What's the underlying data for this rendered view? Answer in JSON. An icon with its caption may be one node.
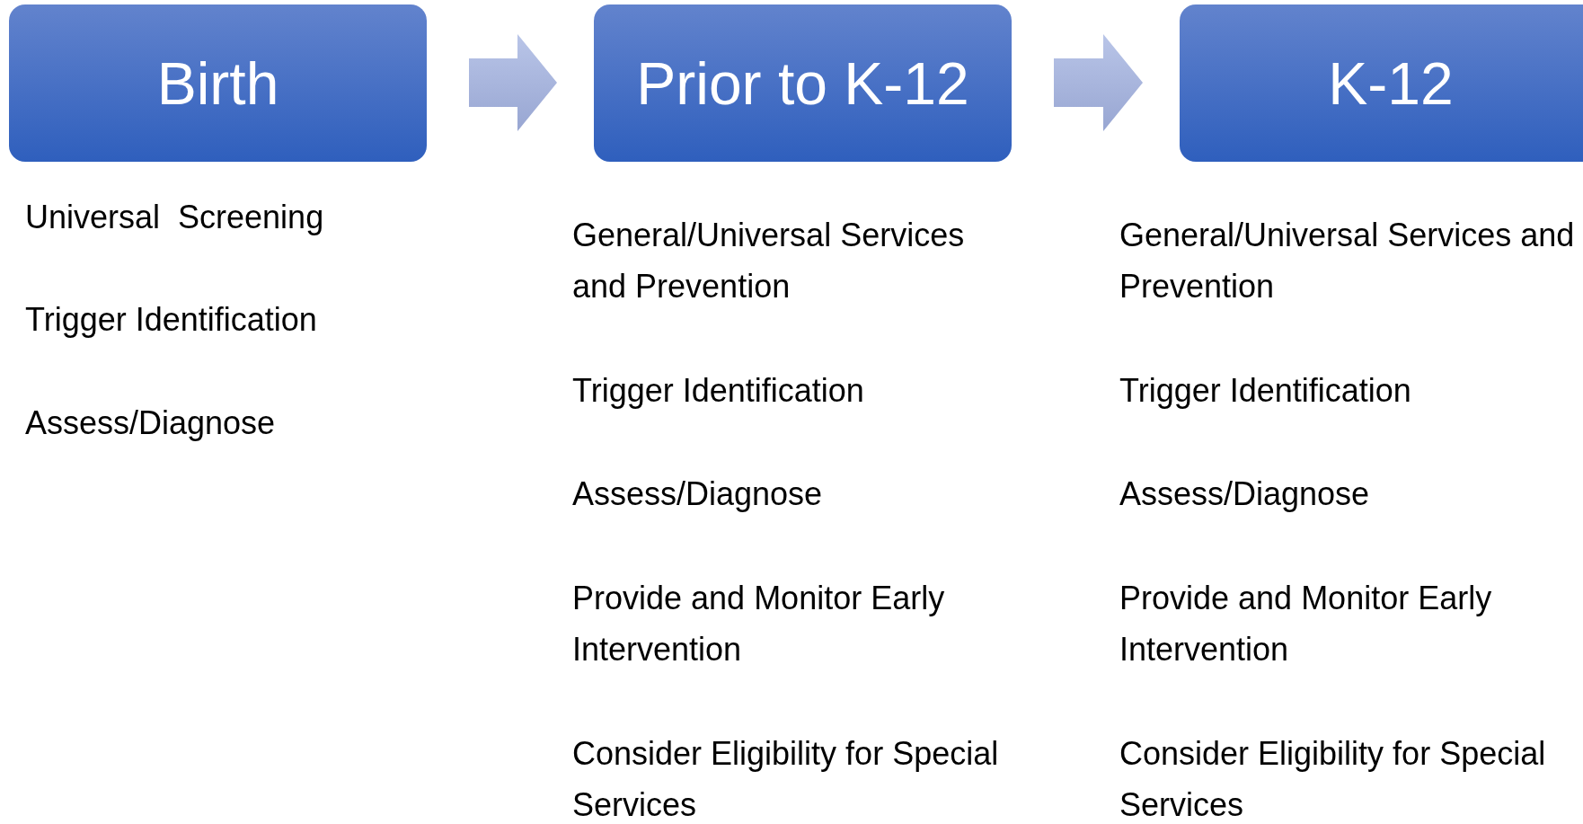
{
  "diagram": {
    "nodes": [
      {
        "text": [
          "Birth"
        ],
        "beside": [
          "Universal  Screening",
          "Trigger Identification",
          "Assess/Diagnose"
        ]
      },
      {
        "text": [
          "Prior to K-12"
        ],
        "beside": [
          "General/Universal Services and Prevention",
          "Trigger Identification",
          "Assess/Diagnose",
          "Provide and Monitor Early Intervention",
          "Consider Eligibility for Special Services"
        ]
      },
      {
        "text": [
          "K-12"
        ],
        "beside": [
          "General/Universal Services and Prevention",
          "Trigger Identification",
          "Assess/Diagnose",
          "Provide and Monitor Early Intervention",
          "Consider Eligibility for Special Services"
        ]
      }
    ],
    "edges": [
      {
        "from": 0,
        "to": 1,
        "arrow": "to"
      },
      {
        "from": 1,
        "to": 2,
        "arrow": "to"
      }
    ]
  }
}
